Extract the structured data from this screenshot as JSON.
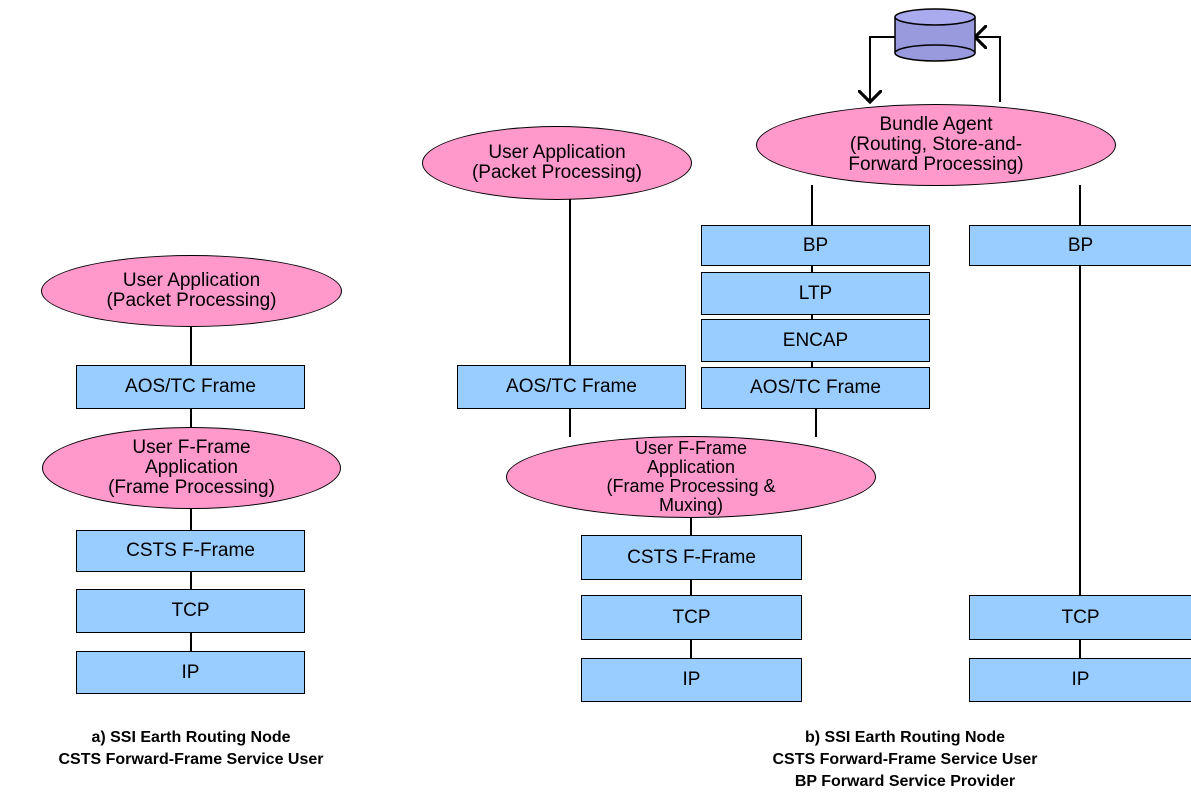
{
  "stack_a": {
    "user_app": [
      "User Application",
      "(Packet Processing)"
    ],
    "aos_frame": "AOS/TC Frame",
    "fframe_app": [
      "User F-Frame",
      "Application",
      "(Frame Processing)"
    ],
    "csts": "CSTS F-Frame",
    "tcp": "TCP",
    "ip": "IP",
    "caption": [
      "a)  SSI Earth Routing Node",
      "CSTS Forward-Frame Service User"
    ]
  },
  "stack_b": {
    "user_app": [
      "User Application",
      "(Packet Processing)"
    ],
    "aos_frame_left": "AOS/TC Frame",
    "bundle_agent": [
      "Bundle Agent",
      "(Routing, Store-and-",
      "Forward Processing)"
    ],
    "bp_left": "BP",
    "ltp": "LTP",
    "encap": "ENCAP",
    "aos_frame_right": "AOS/TC Frame",
    "bp_right": "BP",
    "fframe_app": [
      "User F-Frame",
      "Application",
      "(Frame Processing &",
      "Muxing)"
    ],
    "csts": "CSTS F-Frame",
    "tcp": "TCP",
    "ip": "IP",
    "tcp_right": "TCP",
    "ip_right": "IP",
    "caption": [
      "b) SSI Earth Routing Node",
      "CSTS Forward-Frame Service User",
      "BP Forward Service Provider"
    ]
  },
  "icons": {
    "storage": "database-cylinder-icon"
  },
  "colors": {
    "box_fill": "#99ccff",
    "ellipse_fill": "#ff99cc",
    "storage_fill": "#9999dd"
  }
}
